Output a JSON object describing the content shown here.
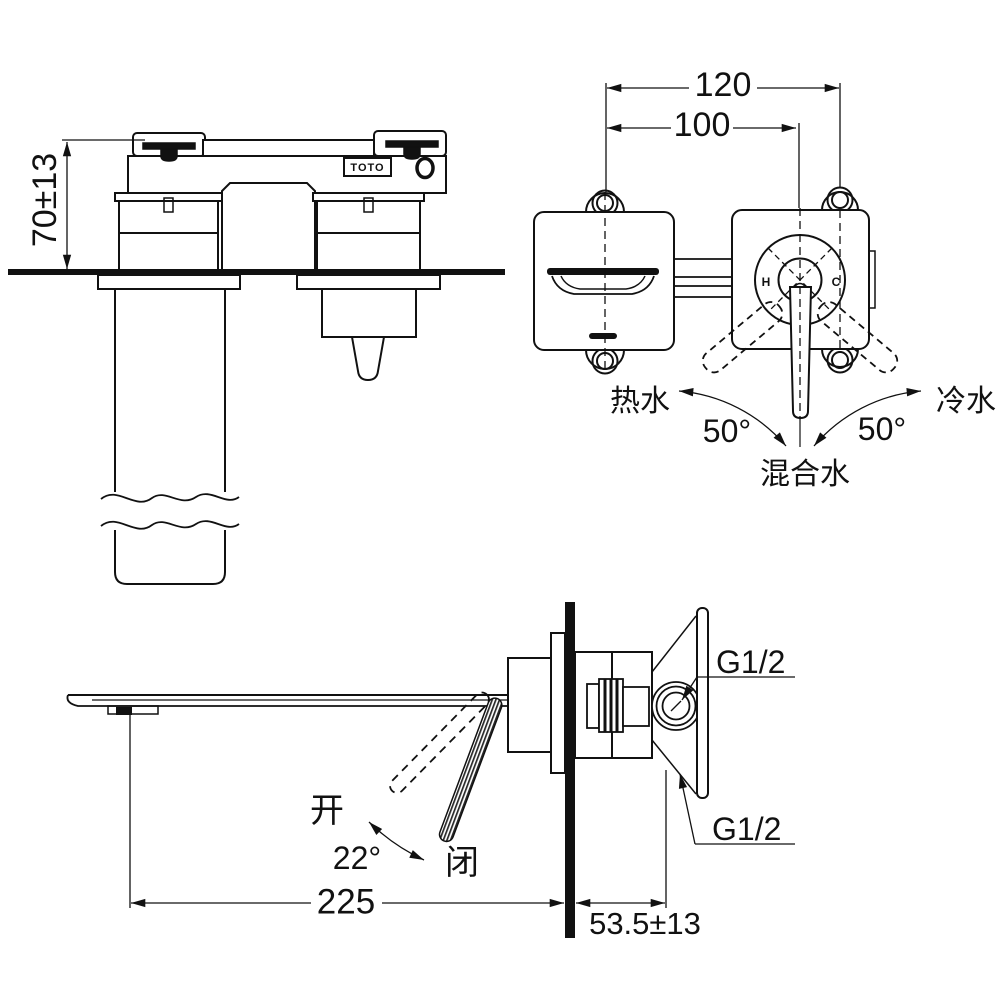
{
  "colors": {
    "line": "#111111",
    "background": "#ffffff"
  },
  "front_view": {
    "height_dim": "70±13",
    "brand_label": "TOTO"
  },
  "trim_view": {
    "dim_overall": "120",
    "dim_centers": "100",
    "hot_marker": "H",
    "cold_marker": "C",
    "hot_label": "热水",
    "cold_label": "冷水",
    "hot_angle": "50°",
    "cold_angle": "50°",
    "mixed_label": "混合水"
  },
  "side_view": {
    "open_label": "开",
    "open_angle": "22°",
    "closed_label": "闭",
    "spout_reach_dim": "225",
    "wall_depth_dim": "53.5±13",
    "thread_top": "G1/2",
    "thread_bottom": "G1/2"
  }
}
